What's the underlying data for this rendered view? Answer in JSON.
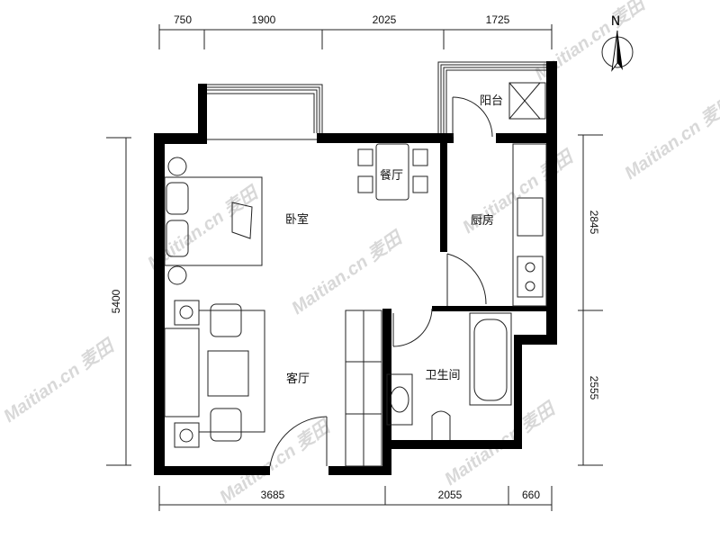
{
  "compass": {
    "label": "N"
  },
  "dimensions": {
    "top": [
      "750",
      "1900",
      "2025",
      "1725"
    ],
    "bottom": [
      "3685",
      "2055",
      "660"
    ],
    "left": [
      "5400"
    ],
    "right": [
      "2845",
      "2555"
    ]
  },
  "rooms": {
    "balcony": "阳台",
    "dining": "餐厅",
    "bedroom": "卧室",
    "kitchen": "厨房",
    "living": "客厅",
    "bathroom": "卫生间"
  },
  "watermark": "Maitian.cn 麦田"
}
